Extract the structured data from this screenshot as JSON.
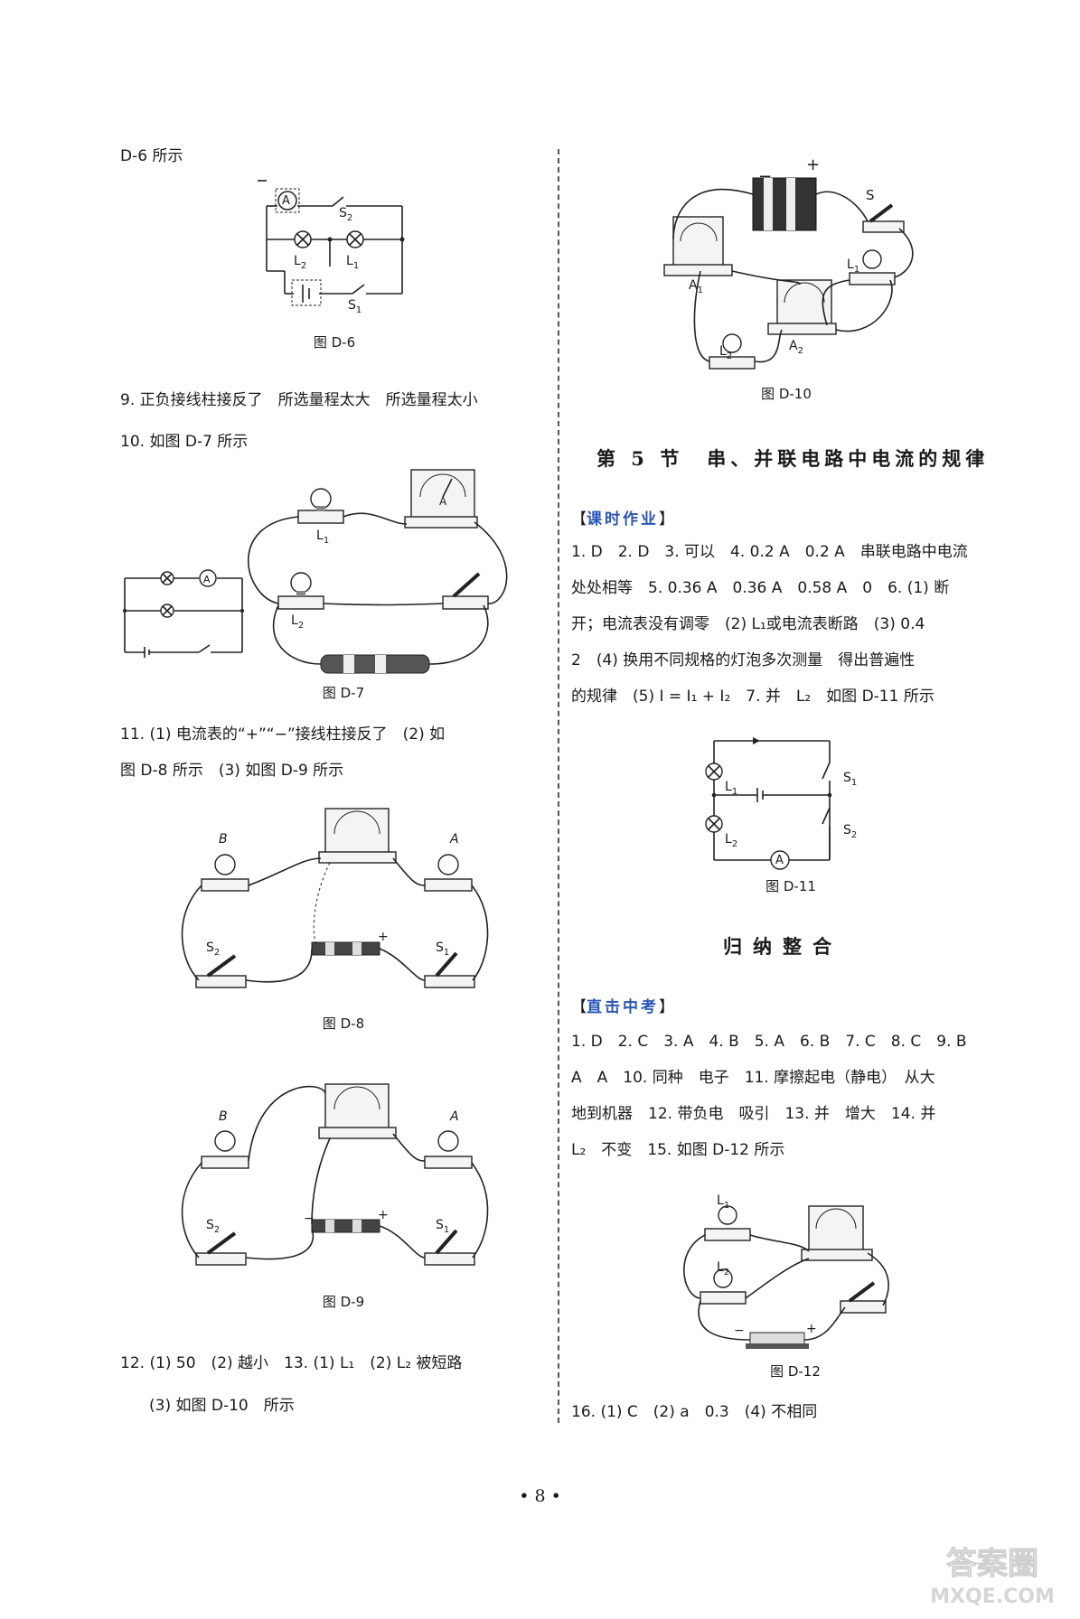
{
  "left": {
    "l1": "D-6 所示",
    "fig_d6": {
      "caption": "图 D-6",
      "A": "A",
      "S2": "S",
      "S2sub": "2",
      "L2": "L",
      "L2sub": "2",
      "L1": "L",
      "L1sub": "1",
      "S1": "S",
      "S1sub": "1"
    },
    "q9": "9. 正负接线柱接反了　所选量程太大　所选量程太小",
    "q10": "10. 如图 D-7 所示",
    "fig_d7": {
      "caption": "图 D-7",
      "L1": "L",
      "L1sub": "1",
      "L2": "L",
      "L2sub": "2",
      "A": "A"
    },
    "q11a": "11. (1) 电流表的“+”“−”接线柱接反了　(2) 如",
    "q11b": "图 D-8 所示　(3) 如图 D-9 所示",
    "fig_d8": {
      "caption": "图 D-8",
      "B": "B",
      "A": "A",
      "S2": "S",
      "S2sub": "2",
      "S1": "S",
      "S1sub": "1",
      "plus": "+"
    },
    "fig_d9": {
      "caption": "图 D-9",
      "B": "B",
      "A": "A",
      "S2": "S",
      "S2sub": "2",
      "S1": "S",
      "S1sub": "1",
      "plus": "+",
      "minus": "−"
    },
    "q12a": "12. (1) 50　(2) 越小　13. (1) L₁　(2) L₂ 被短路",
    "q12b": "(3) 如图 D-10　所示"
  },
  "right": {
    "fig_d10": {
      "caption": "图 D-10",
      "minus": "−",
      "plus": "+",
      "S": "S",
      "L1": "L",
      "L1sub": "1",
      "A1": "A",
      "A1sub": "1",
      "A2": "A",
      "A2sub": "2",
      "L2": "L",
      "L2sub": "2"
    },
    "section_title": "第 5 节　串、并联电路中电流的规律",
    "tag1": "课时作业",
    "p1": "1. D　2. D　3. 可以　4. 0.2 A　0.2 A　串联电路中电流",
    "p2": "处处相等　5. 0.36 A　0.36 A　0.58 A　0　6. (1) 断",
    "p3": "开；电流表没有调零　(2) L₁或电流表断路　(3) 0.4",
    "p4": "2　(4) 换用不同规格的灯泡多次测量　得出普遍性",
    "p5": "的规律　(5) I = I₁ + I₂　7. 并　L₂　如图 D-11 所示",
    "fig_d11": {
      "caption": "图 D-11",
      "L1": "L",
      "L1sub": "1",
      "L2": "L",
      "L2sub": "2",
      "S1": "S",
      "S1sub": "1",
      "S2": "S",
      "S2sub": "2",
      "A": "A"
    },
    "section2": "归纳整合",
    "tag2": "直击中考",
    "r1": "1. D　2. C　3. A　4. B　5. A　6. B　7. C　8. C　9. B",
    "r2": "A　A　10. 同种　电子　11. 摩擦起电（静电）　从大",
    "r3": "地到机器　12. 带负电　吸引　13. 并　增大　14. 并",
    "r4": "L₂　不变　15. 如图 D-12 所示",
    "fig_d12": {
      "caption": "图 D-12",
      "L1": "L",
      "L1sub": "1",
      "L2": "L",
      "L2sub": "2",
      "minus": "−",
      "plus": "+"
    },
    "r5": "16. (1) C　(2) a　0.3　(4) 不相同"
  },
  "page_number": "• 8 •",
  "watermark": {
    "line1": "答案圈",
    "line2": "MXQE.COM"
  }
}
